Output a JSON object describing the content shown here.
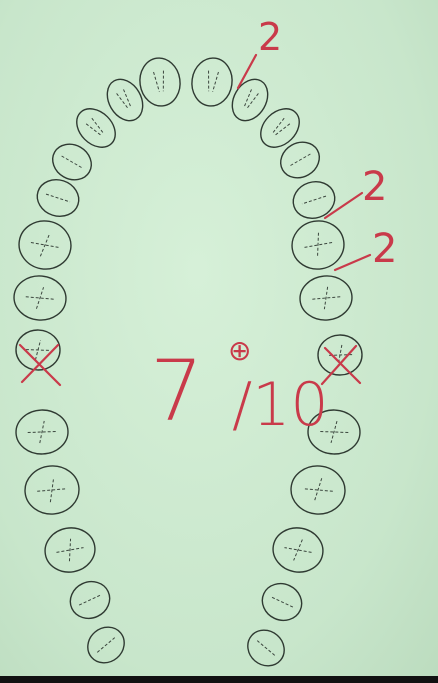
{
  "annotations": {
    "top_mark": "2",
    "right_mark_1": "2",
    "right_mark_2": "2",
    "score": "7",
    "score_superscript": "⊕",
    "score_denominator": "/10"
  },
  "colors": {
    "paper": "#cfe9d2",
    "outline": "#2f3a32",
    "ink": "#c93a4a"
  },
  "icons": {
    "chart": "dental-arch-chart",
    "extraction_mark": "cross-mark-icon"
  }
}
